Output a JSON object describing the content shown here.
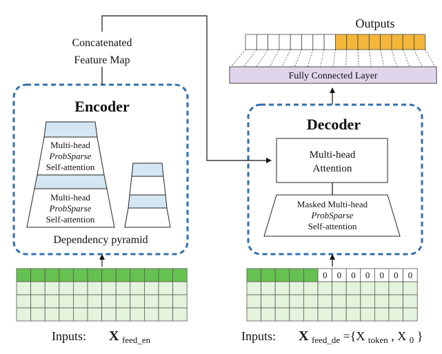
{
  "encoder": {
    "title": "Encoder",
    "stack_top": {
      "line1": "Multi-head",
      "line2": "ProbSparse",
      "line3": "Self-attention"
    },
    "stack_bottom": {
      "line1": "Multi-head",
      "line2": "ProbSparse",
      "line3": "Self-attention"
    },
    "caption": "Dependency pyramid",
    "concat_line1": "Concatenated",
    "concat_line2": "Feature Map"
  },
  "decoder": {
    "title": "Decoder",
    "mha_line1": "Multi-head",
    "mha_line2": "Attention",
    "masked_line1": "Masked Multi-head",
    "masked_line2": "ProbSparse",
    "masked_line3": "Self-attention"
  },
  "outputs": {
    "label": "Outputs",
    "fc_label": "Fully Connected Layer"
  },
  "inputs": {
    "enc_label": "Inputs:",
    "enc_var_main": "X",
    "enc_var_sub": "feed_en",
    "dec_label": "Inputs:",
    "dec_var_main": "X",
    "dec_var_sub": "feed_de",
    "dec_var_eq": "={X",
    "dec_var_sub2": "token",
    "dec_var_tail": ", X",
    "dec_var_sub3": "0",
    "dec_var_close": "}",
    "zero_cells": [
      "0",
      "0",
      "0",
      "0",
      "0",
      "0",
      "0"
    ]
  },
  "colors": {
    "dashed_border": "#2e6fad",
    "green_dark": "#66c250",
    "green_light": "#e4f3dc",
    "blue_light": "#d4e6f2",
    "orange": "#f4b63b",
    "lavender": "#e0d6ec"
  }
}
